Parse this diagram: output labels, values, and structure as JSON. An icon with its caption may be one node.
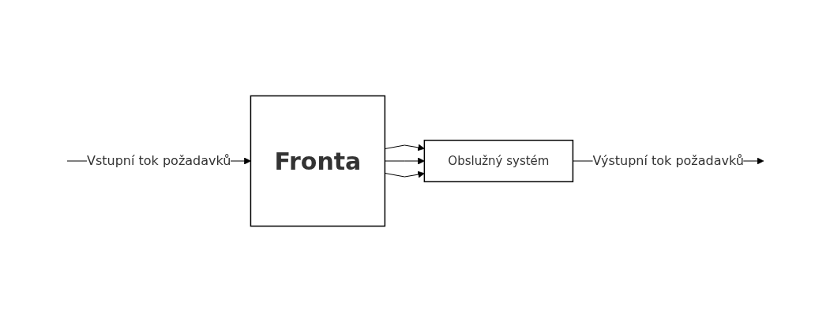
{
  "diagram": {
    "nodes": [
      {
        "text": [
          "Fronta"
        ]
      },
      {
        "text": [
          "Obslužný systém"
        ]
      }
    ],
    "edges": [
      {
        "from": null,
        "to": 0,
        "arrow": "to",
        "label": "Vstupní tok požadavků"
      },
      {
        "from": 0,
        "to": 1,
        "arrow": "to"
      },
      {
        "from": 0,
        "to": 1,
        "arrow": "to"
      },
      {
        "from": 0,
        "to": 1,
        "arrow": "to"
      },
      {
        "from": 1,
        "to": null,
        "arrow": "to",
        "label": "Výstupní tok požadavků"
      }
    ]
  }
}
